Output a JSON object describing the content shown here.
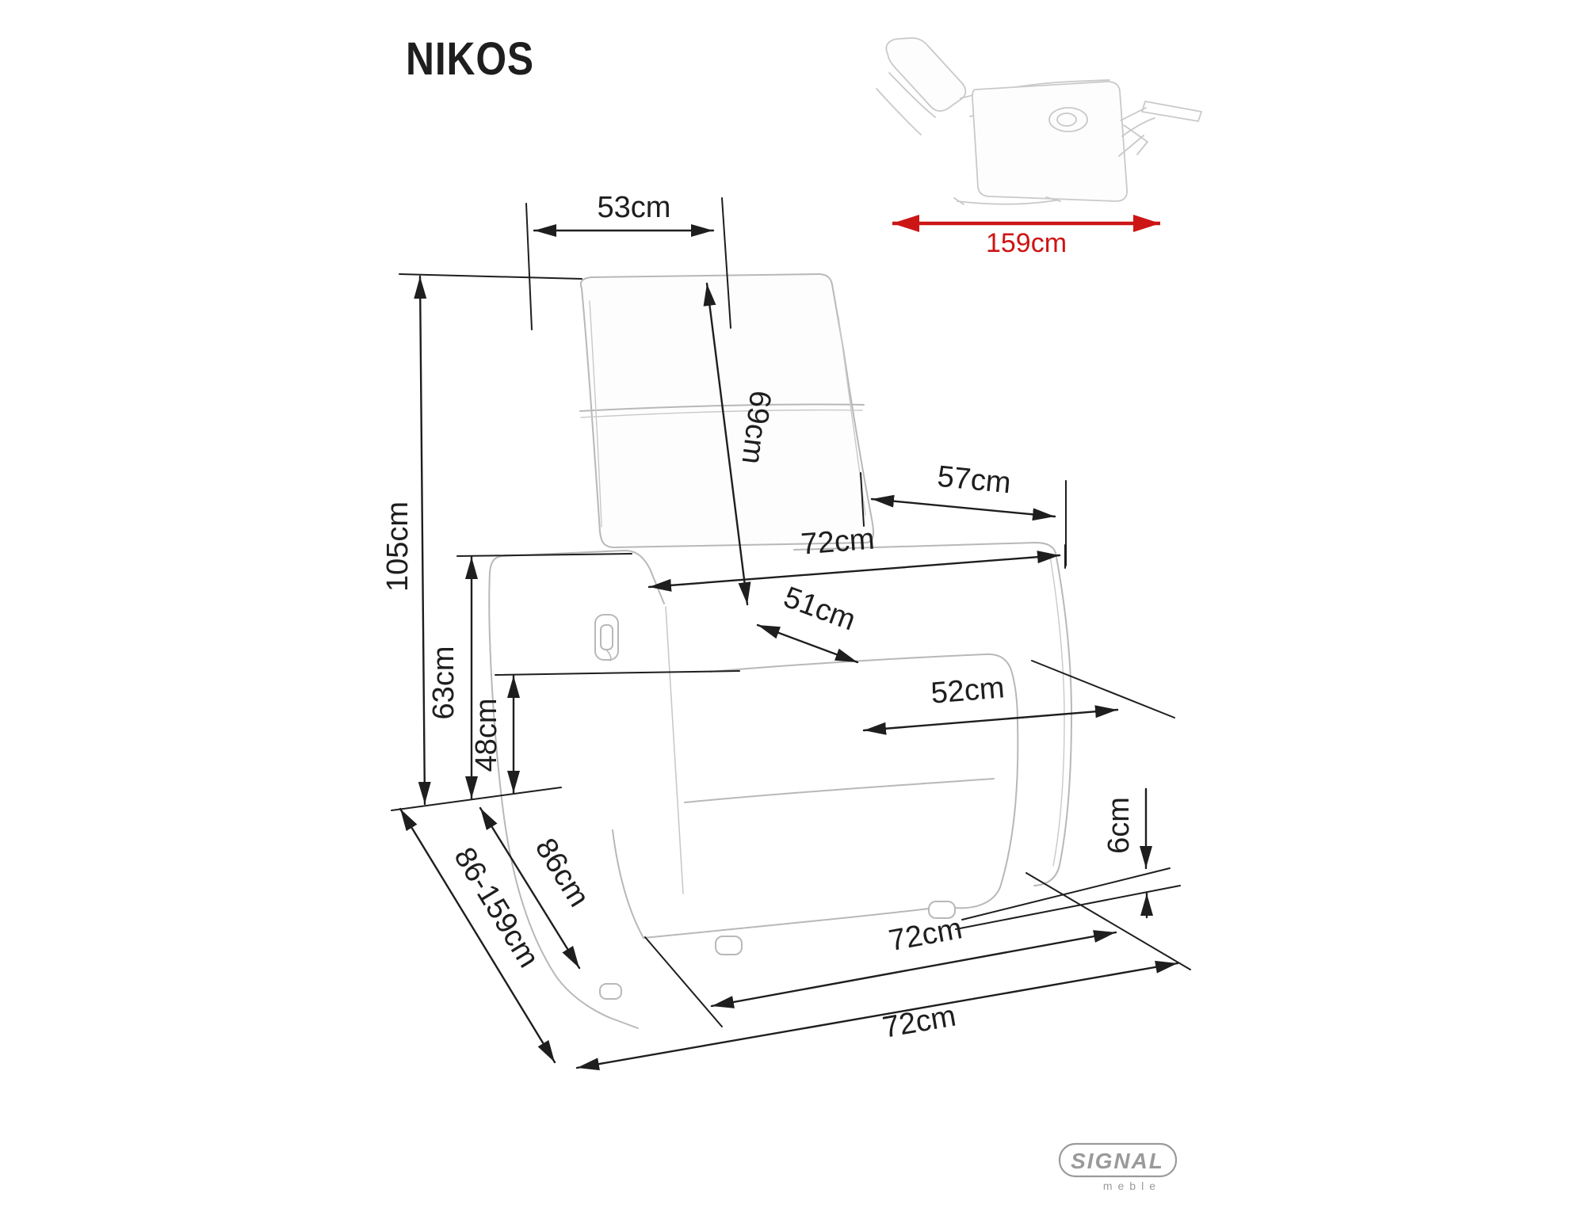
{
  "title": "NIKOS",
  "inset": {
    "dimension_label": "159cm"
  },
  "dimensions": {
    "headrest_width": "53cm",
    "backrest_length": "69cm",
    "total_height": "105cm",
    "back_width": "57cm",
    "width_at_armrests": "72cm",
    "seat_diagonal": "51cm",
    "armrest_height": "63cm",
    "seat_height": "48cm",
    "seat_width": "52cm",
    "depth_range": "86-159cm",
    "depth": "86cm",
    "base_clearance": "6cm",
    "base_width_upper": "72cm",
    "base_width_lower": "72cm"
  },
  "logo": {
    "name": "SIGNAL",
    "subtitle": "meble"
  },
  "colors": {
    "dimension_line": "#1e1e1e",
    "chair_outline": "#b8b8b8",
    "chair_outline_light": "#c9c9c9",
    "accent_red": "#cc1515",
    "logo_gray": "#9a9a9a"
  }
}
